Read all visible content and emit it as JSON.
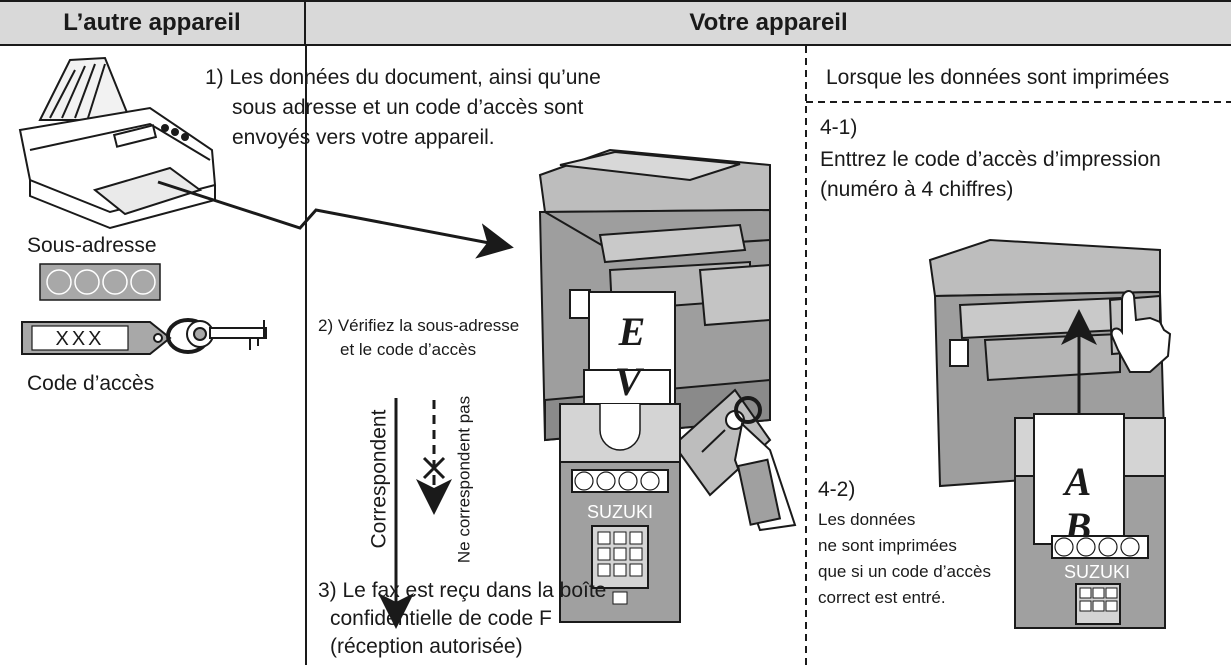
{
  "header": {
    "left_title": "L’autre appareil",
    "right_title": "Votre appareil"
  },
  "other_device": {
    "sub_address_label": "Sous-adresse",
    "access_code_label": "Code d’accès",
    "tag_marks": "XXX"
  },
  "your_device": {
    "step1": [
      "1) Les données du document, ainsi qu’une",
      "sous adresse et un code d’accès sont",
      "envoyés vers votre appareil."
    ],
    "step2": [
      "2) Vérifiez la sous-adresse",
      "et le code d’accès"
    ],
    "match_label": "Correspondent",
    "nomatch_label": "Ne correspondent pas",
    "box_name": "SUZUKI",
    "step3": [
      "3) Le fax est reçu dans la boîte",
      "confidentielle de code F",
      "(réception autorisée)"
    ]
  },
  "print_section": {
    "title": "Lorsque les données sont imprimées",
    "step41_num": "4-1)",
    "step41": [
      "Enttrez le code d’accès d’impression",
      "(numéro à 4 chiffres)"
    ],
    "step42_num": "4-2)",
    "step42": [
      "Les données",
      "ne sont imprimées",
      "que si un code d’accès",
      "correct est entré."
    ],
    "box_name": "SUZUKI"
  },
  "doc_letters": [
    "E",
    "V",
    "A",
    "B"
  ],
  "colors": {
    "header_bg": "#d9d9d9",
    "line": "#1a1a1a",
    "gray_fill": "#a8a8a8"
  }
}
